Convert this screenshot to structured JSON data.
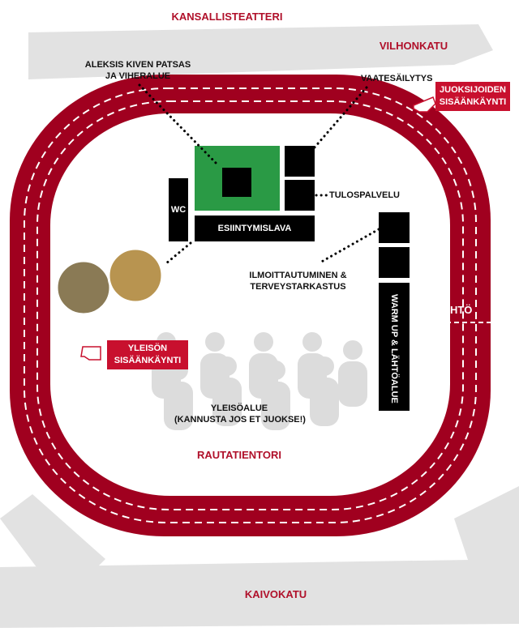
{
  "streets": {
    "top": "KANSALLISTEATTERI",
    "right": "VILHONKATU",
    "bottom": "KAIVOKATU",
    "square": "RAUTATIENTORI"
  },
  "labels": {
    "statue": [
      "ALEKSIS KIVEN PATSAS",
      "JA VIHERALUE"
    ],
    "cloakroom": "VAATESÄILYTYS",
    "results": "TULOSPALVELU",
    "wc": "WC",
    "stage": "ESIINTYMISLAVA",
    "registration": [
      "ILMOITTAUTUMINEN &",
      "TERVEYSTARKASTUS"
    ],
    "warmup": "WARM UP & LÄHTÖALUE",
    "start": "LÄHTÖ",
    "audience": [
      "YLEISÖALUE",
      "(KANNUSTA JOS ET JUOKSE!)"
    ]
  },
  "entrances": {
    "runners": [
      "JUOKSIJOIDEN",
      "SISÄÄNKÄYNTI"
    ],
    "public": [
      "YLEISÖN",
      "SISÄÄNKÄYNTI"
    ]
  },
  "colors": {
    "track": "#a0001f",
    "accent": "#c8102e",
    "green": "#2a9a45",
    "road": "#e2e2e2"
  }
}
